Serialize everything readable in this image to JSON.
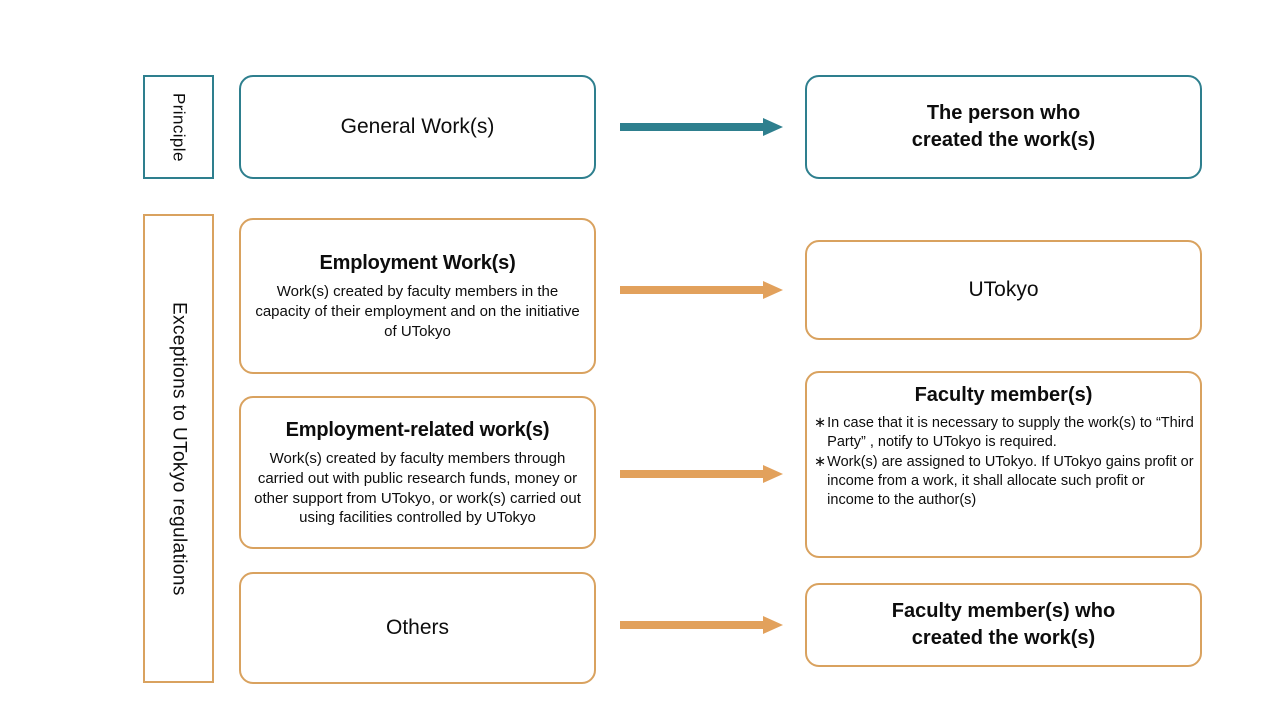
{
  "diagram": {
    "categories": [
      {
        "key": "principle",
        "label": "Principle",
        "color": "#2e7f8e"
      },
      {
        "key": "exceptions",
        "label": "Exceptions to UTokyo regulations",
        "color": "#d9a25f"
      }
    ],
    "rows": [
      {
        "key": "general",
        "category": "principle",
        "source": {
          "title": "General Work(s)",
          "body": ""
        },
        "arrow": {
          "name": "arrow-right",
          "color": "#2e7f8e"
        },
        "result": {
          "title": "The person who\ncreated the work(s)",
          "line1": "The person who",
          "line2": "created the work(s)",
          "notes": []
        }
      },
      {
        "key": "employment",
        "category": "exceptions",
        "source": {
          "title": "Employment Work(s)",
          "body": "Work(s) created by faculty members in the capacity of their employment and on the initiative of UTokyo"
        },
        "arrow": {
          "name": "arrow-right",
          "color": "#e2a15c"
        },
        "result": {
          "title": "UTokyo",
          "line1": "UTokyo",
          "line2": "",
          "notes": []
        }
      },
      {
        "key": "employment-related",
        "category": "exceptions",
        "source": {
          "title": "Employment-related work(s)",
          "body": "Work(s) created by faculty members through carried out with public research funds, money or other support from UTokyo, or work(s) carried out using facilities controlled by UTokyo"
        },
        "arrow": {
          "name": "arrow-right",
          "color": "#e2a15c"
        },
        "result": {
          "title": "Faculty member(s)",
          "line1": "Faculty member(s)",
          "line2": "",
          "notes": [
            {
              "marker": "∗",
              "text": "In case that it is necessary to supply the work(s) to “Third Party” , notify to UTokyo is required."
            },
            {
              "marker": "∗",
              "text": "Work(s) are assigned to UTokyo. If UTokyo gains profit or income from a work, it shall allocate such profit or income to the author(s)"
            }
          ]
        }
      },
      {
        "key": "others",
        "category": "exceptions",
        "source": {
          "title": "Others",
          "body": ""
        },
        "arrow": {
          "name": "arrow-right",
          "color": "#e2a15c"
        },
        "result": {
          "title": "Faculty member(s) who created the work(s)",
          "line1": "Faculty member(s) who",
          "line2": "created the work(s)",
          "notes": []
        }
      }
    ],
    "colors": {
      "teal": "#2e7f8e",
      "orange": "#d9a25f",
      "arrow_orange": "#e2a15c",
      "background": "#ffffff",
      "text": "#0d0d0d"
    }
  }
}
